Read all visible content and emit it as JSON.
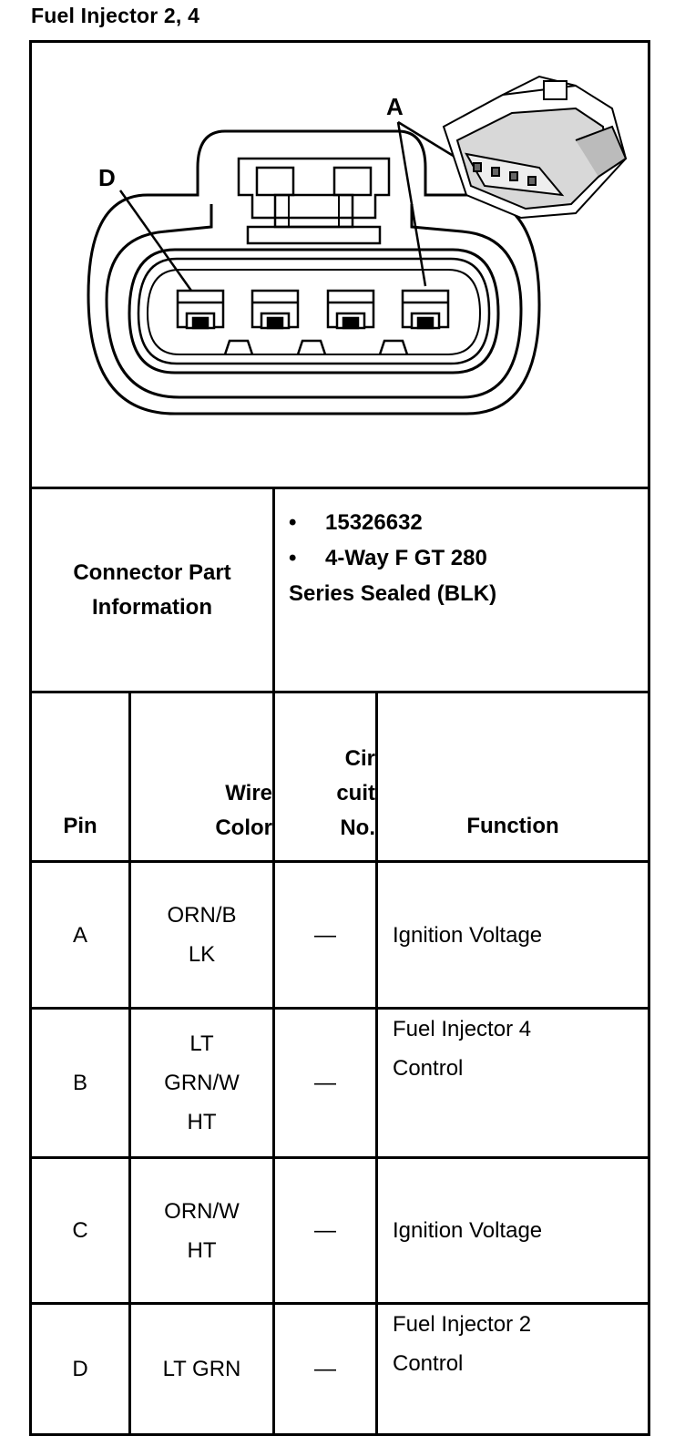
{
  "title": "Fuel Injector 2, 4",
  "diagram": {
    "callouts": [
      "A",
      "D"
    ]
  },
  "connector_info": {
    "label": "Connector Part Information",
    "label_lines": [
      "Connector Part",
      "Information"
    ],
    "bullets": [
      "15326632",
      "4-Way F GT 280"
    ],
    "continuation": "Series Sealed (BLK)"
  },
  "table": {
    "headers": {
      "pin": "Pin",
      "wire_color": [
        "Wire",
        "Color"
      ],
      "circuit": [
        "Cir",
        "cuit",
        "No."
      ],
      "function": "Function"
    },
    "rows": [
      {
        "pin": "A",
        "wire": [
          "ORN/B",
          "LK"
        ],
        "circuit": "—",
        "function": [
          "Ignition Voltage"
        ]
      },
      {
        "pin": "B",
        "wire": [
          "LT",
          "GRN/W",
          "HT"
        ],
        "circuit": "—",
        "function": [
          "Fuel Injector 4",
          "Control"
        ]
      },
      {
        "pin": "C",
        "wire": [
          "ORN/W",
          "HT"
        ],
        "circuit": "—",
        "function": [
          "Ignition Voltage"
        ]
      },
      {
        "pin": "D",
        "wire": [
          "LT GRN"
        ],
        "circuit": "—",
        "function": [
          "Fuel Injector 2",
          "Control"
        ]
      }
    ]
  }
}
